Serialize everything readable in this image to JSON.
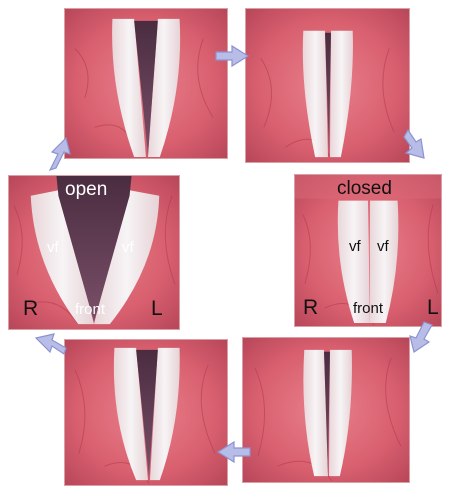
{
  "panels": {
    "open": {
      "title": "open",
      "vf_left": "vf",
      "vf_right": "vf",
      "front": "front",
      "side_left": "R",
      "side_right": "L"
    },
    "closed": {
      "title": "closed",
      "vf_left": "vf",
      "vf_right": "vf",
      "front": "front",
      "side_left": "R",
      "side_right": "L"
    }
  },
  "colors": {
    "tissue": "#e06878",
    "tissue_dark": "#c44a5c",
    "fold": "#f2eef0",
    "glottis": "#5a3a52",
    "arrow_fill": "#b8bde8",
    "arrow_stroke": "#8c93d0"
  }
}
